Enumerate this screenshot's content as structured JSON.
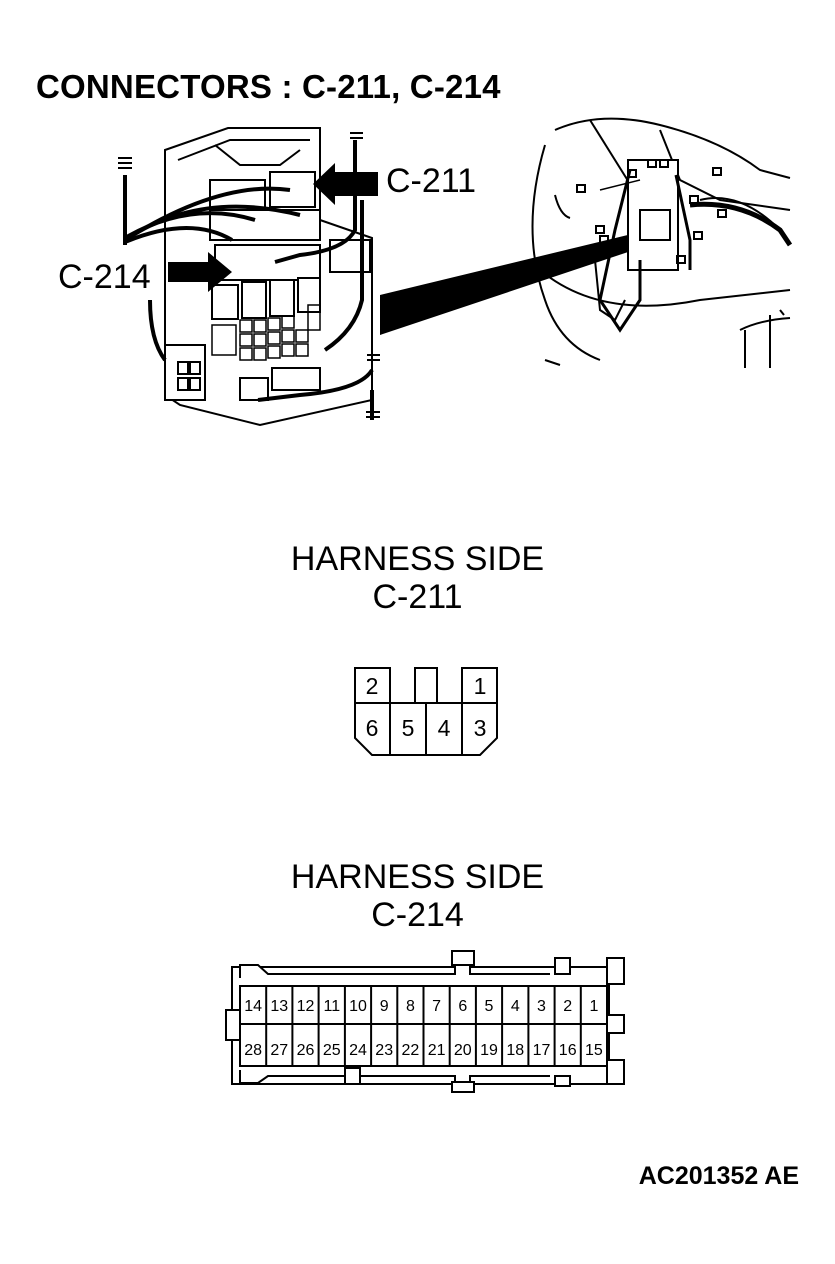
{
  "title": "CONNECTORS : C-211, C-214",
  "callouts": {
    "c211": "C-211",
    "c214": "C-214"
  },
  "connector_c211": {
    "heading": "HARNESS SIDE",
    "name": "C-211",
    "top_pins": [
      "2",
      "1"
    ],
    "bottom_pins": [
      "6",
      "5",
      "4",
      "3"
    ]
  },
  "connector_c214": {
    "heading": "HARNESS SIDE",
    "name": "C-214",
    "top_pins": [
      "14",
      "13",
      "12",
      "11",
      "10",
      "9",
      "8",
      "7",
      "6",
      "5",
      "4",
      "3",
      "2",
      "1"
    ],
    "bottom_pins": [
      "28",
      "27",
      "26",
      "25",
      "24",
      "23",
      "22",
      "21",
      "20",
      "19",
      "18",
      "17",
      "16",
      "15"
    ]
  },
  "figure_id": "AC201352 AE"
}
